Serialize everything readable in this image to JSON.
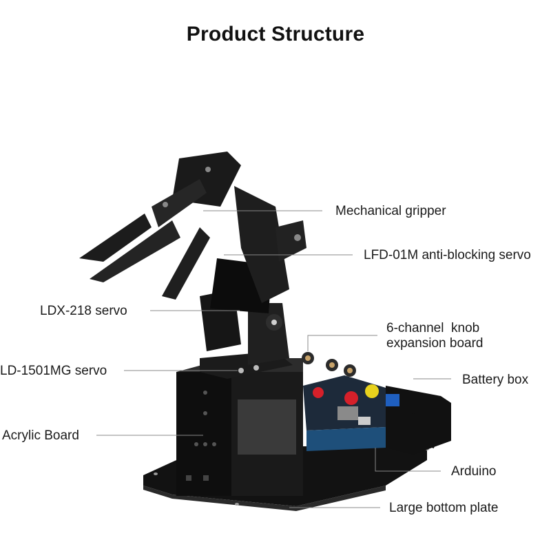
{
  "title": "Product Structure",
  "labels": {
    "gripper": "Mechanical gripper",
    "lfd": "LFD-01M anti-blocking servo",
    "ldx": "LDX-218 servo",
    "knob_line1": "6-channel  knob",
    "knob_line2": "expansion board",
    "ld1501": "LD-1501MG servo",
    "battery": "Battery box",
    "acrylic": "Acrylic Board",
    "arduino": "Arduino",
    "bottom": "Large bottom plate"
  }
}
